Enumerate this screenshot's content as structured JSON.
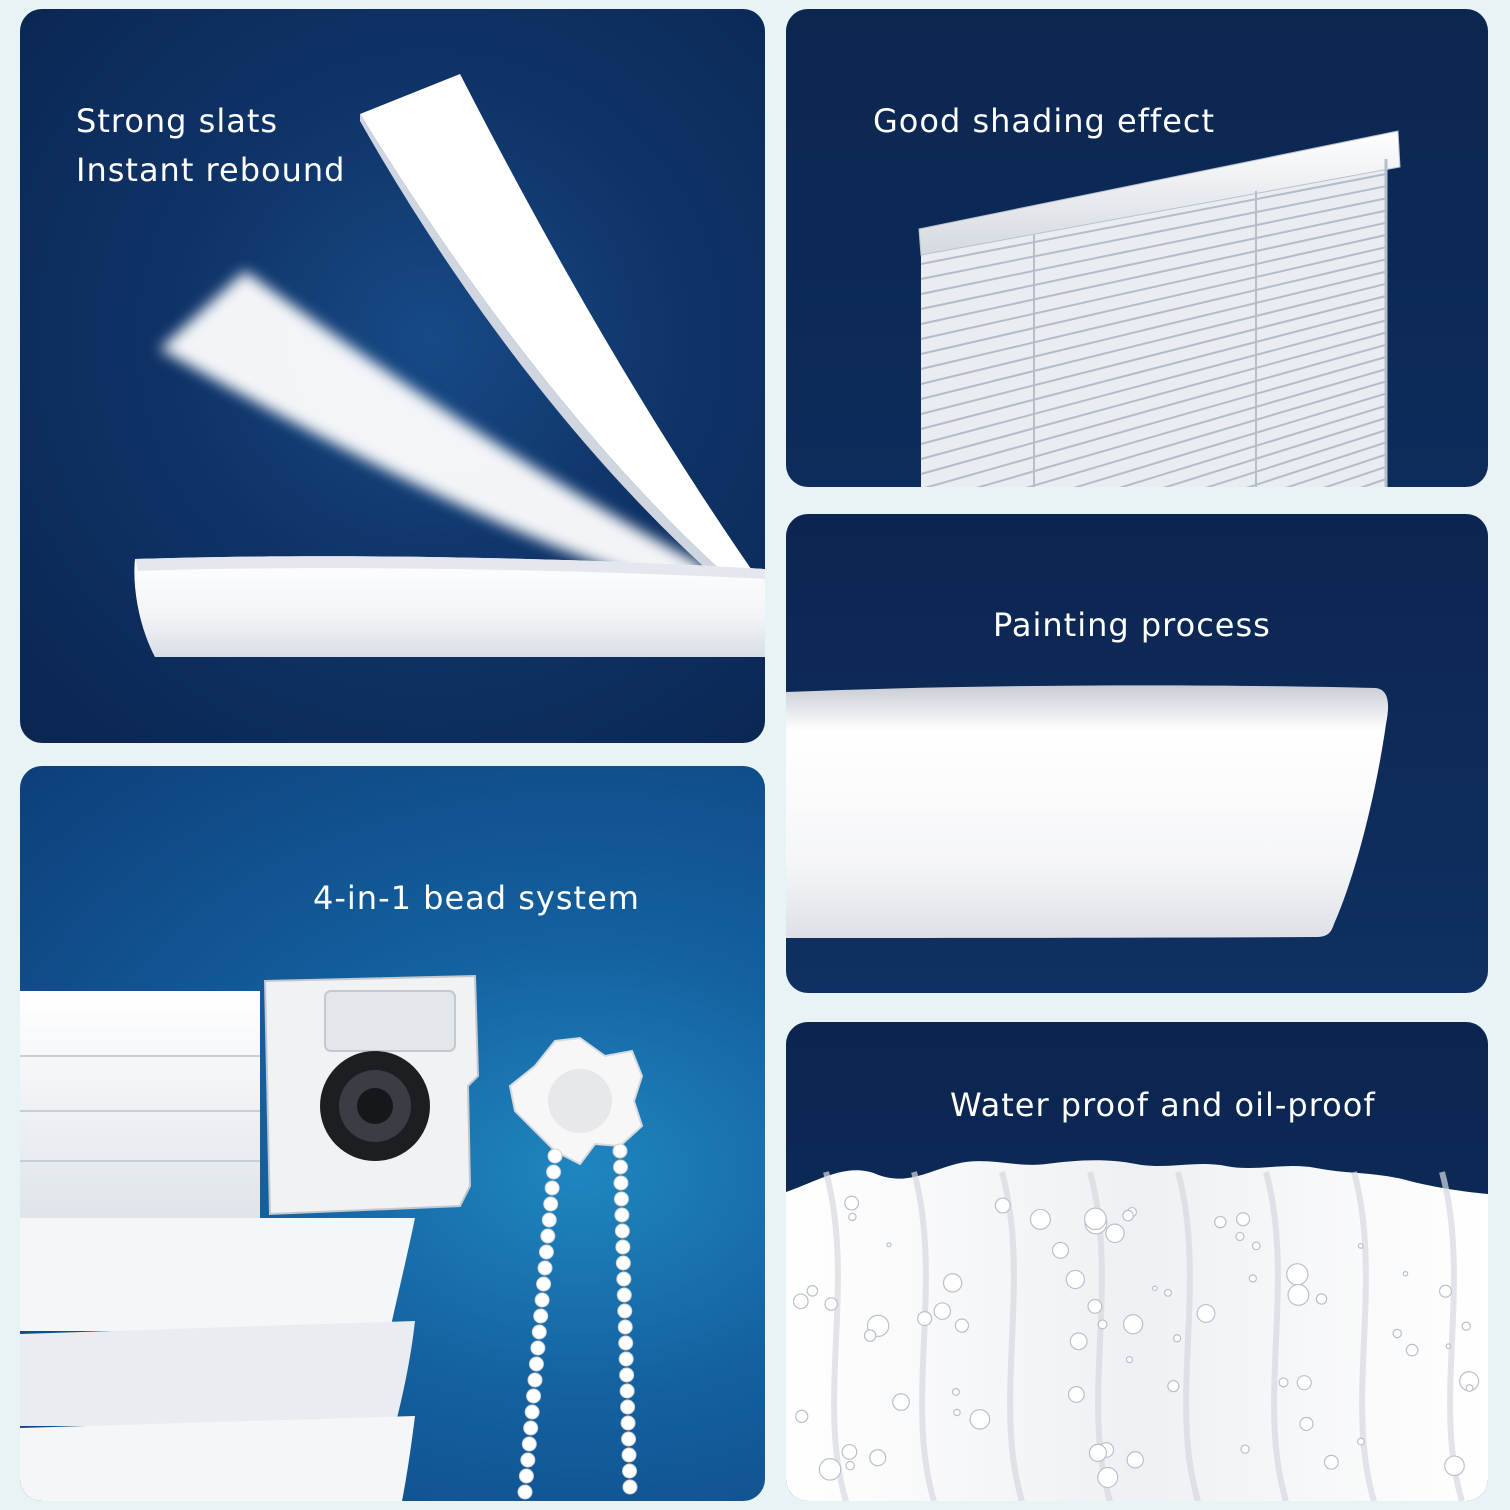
{
  "panels": {
    "slats": {
      "line1": "Strong slats",
      "line2": "Instant rebound"
    },
    "shading": {
      "caption": "Good shading effect"
    },
    "painting": {
      "caption": "Painting process"
    },
    "bead": {
      "caption": "4-in-1 bead system"
    },
    "water": {
      "caption": "Water proof and oil-proof"
    }
  },
  "colors": {
    "panel_navy": "#0c2650",
    "panel_blue": "#1f86c0",
    "slat_white": "#ffffff",
    "page_bg": "#e8f3f6"
  }
}
